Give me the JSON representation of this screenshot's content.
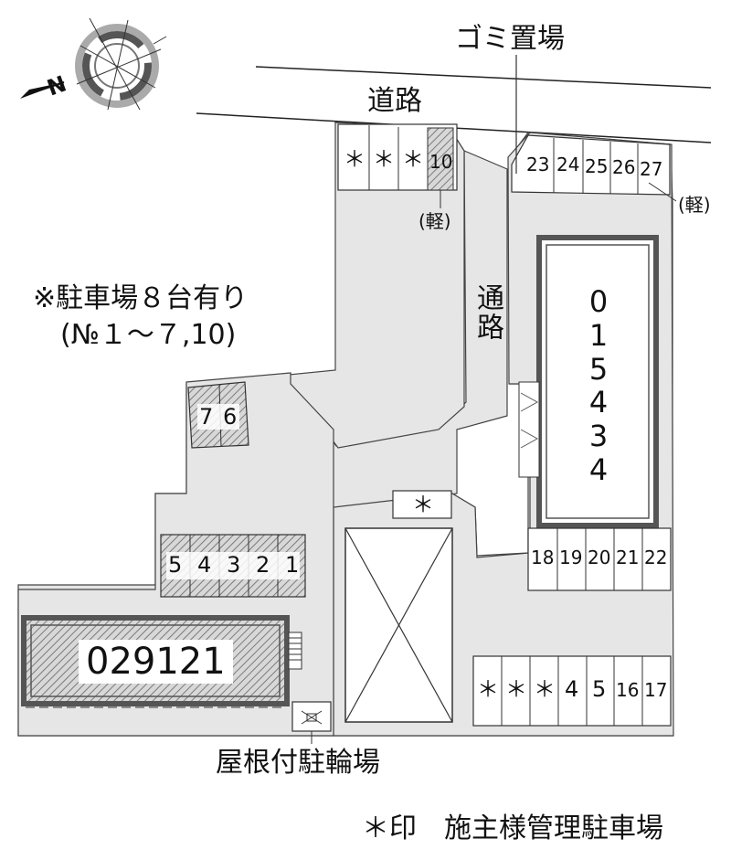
{
  "labels": {
    "road_top": "道路",
    "garbage": "ゴミ置場",
    "kei_top": "(軽)",
    "kei_right": "(軽)",
    "aisle": "通路",
    "parking_note_line1": "※駐車場８台有り",
    "parking_note_line2": "(№１～７,10)",
    "bike_parking": "屋根付駐輪場",
    "legend": "＊印　施主様管理駐車場",
    "compass": "N"
  },
  "buildings": {
    "left": "029121",
    "right_digits": [
      "0",
      "1",
      "5",
      "4",
      "3",
      "4"
    ]
  },
  "parking": {
    "top_row": [
      "＊",
      "＊",
      "＊",
      "10"
    ],
    "top_right_row": [
      "23",
      "24",
      "25",
      "26",
      "27"
    ],
    "right_mid_row": [
      "18",
      "19",
      "20",
      "21",
      "22"
    ],
    "bottom_right_row": [
      "＊",
      "＊",
      "＊",
      "4",
      "5",
      "16",
      "17"
    ],
    "left_row": [
      "5",
      "4",
      "3",
      "2",
      "1"
    ],
    "upper_pair": [
      "7",
      "6"
    ],
    "center_mark": "＊"
  },
  "colors": {
    "ground": "#e6e6e6",
    "line": "#222222",
    "building_border": "#555555",
    "hatch": "#8a8a8a"
  },
  "icons": {
    "compass": "compass-icon",
    "bike_shed": "bike-shed-icon"
  }
}
